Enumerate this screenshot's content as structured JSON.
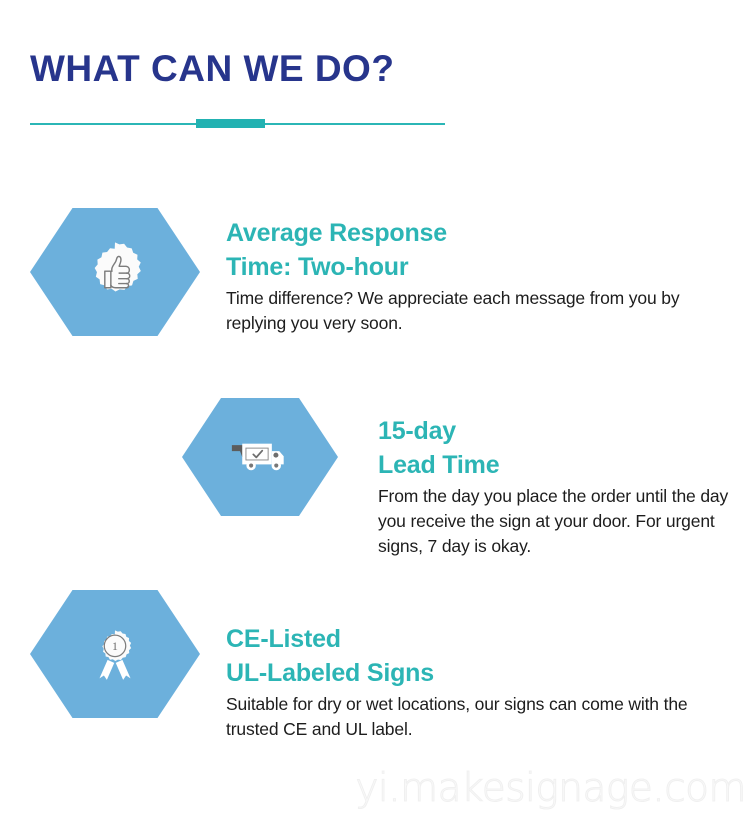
{
  "header": {
    "title": "WHAT CAN WE DO?",
    "title_color": "#27358c",
    "divider_color": "#22b2b2"
  },
  "theme": {
    "heading_color": "#2cb5b5",
    "hexagon_color": "#6cb0dc",
    "body_color": "#1d1d1d",
    "background": "#ffffff"
  },
  "features": [
    {
      "icon": "thumbs-up-badge-icon",
      "heading_line_1": "Average Response",
      "heading_line_2": "Time: Two-hour",
      "body": "Time difference? We appreciate each message from you by replying you very soon."
    },
    {
      "icon": "delivery-truck-icon",
      "heading_line_1": "15-day",
      "heading_line_2": "Lead Time",
      "body": "From the day you place the order until the day you receive the sign at your door. For urgent signs, 7 day is okay."
    },
    {
      "icon": "award-ribbon-icon",
      "heading_line_1": "CE-Listed",
      "heading_line_2": "UL-Labeled Signs",
      "body": "Suitable for dry or wet locations, our signs can come with the trusted CE and UL label."
    }
  ],
  "watermark": {
    "text": "yi.makesignage.com"
  }
}
